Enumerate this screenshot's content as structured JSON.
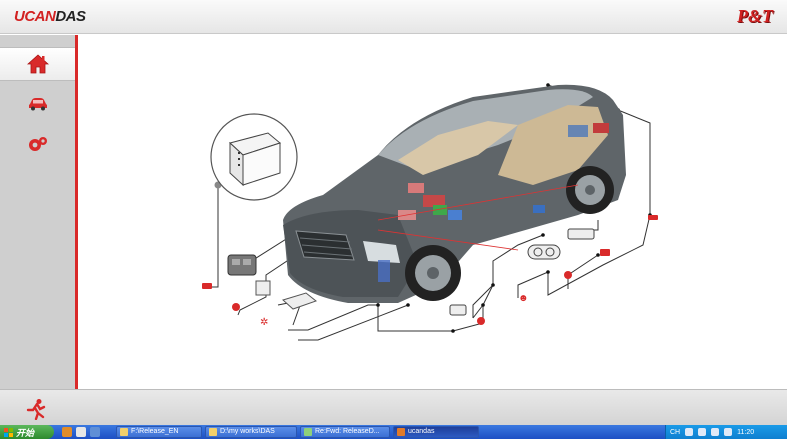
{
  "app": {
    "logo_part1": "UCAN",
    "logo_part2": "DAS",
    "brand": "P&T"
  },
  "sidebar": {
    "items": [
      {
        "icon": "home-icon",
        "active": true
      },
      {
        "icon": "car-icon",
        "active": false
      },
      {
        "icon": "gear-special-icon",
        "active": false
      }
    ]
  },
  "footer": {
    "exit_icon": "running-man-icon"
  },
  "taskbar": {
    "start_label": "开始",
    "tasks": [
      {
        "label": "F:\\Release_EN"
      },
      {
        "label": "D:\\my works\\DAS"
      },
      {
        "label": "Re:Fwd: ReleaseD..."
      },
      {
        "label": "ucandas"
      }
    ],
    "tray_lang": "CH",
    "clock": "11:20"
  },
  "colors": {
    "accent": "#d92a2a",
    "brand_red": "#d01f1f",
    "rail_bg": "#cfcfcf"
  }
}
